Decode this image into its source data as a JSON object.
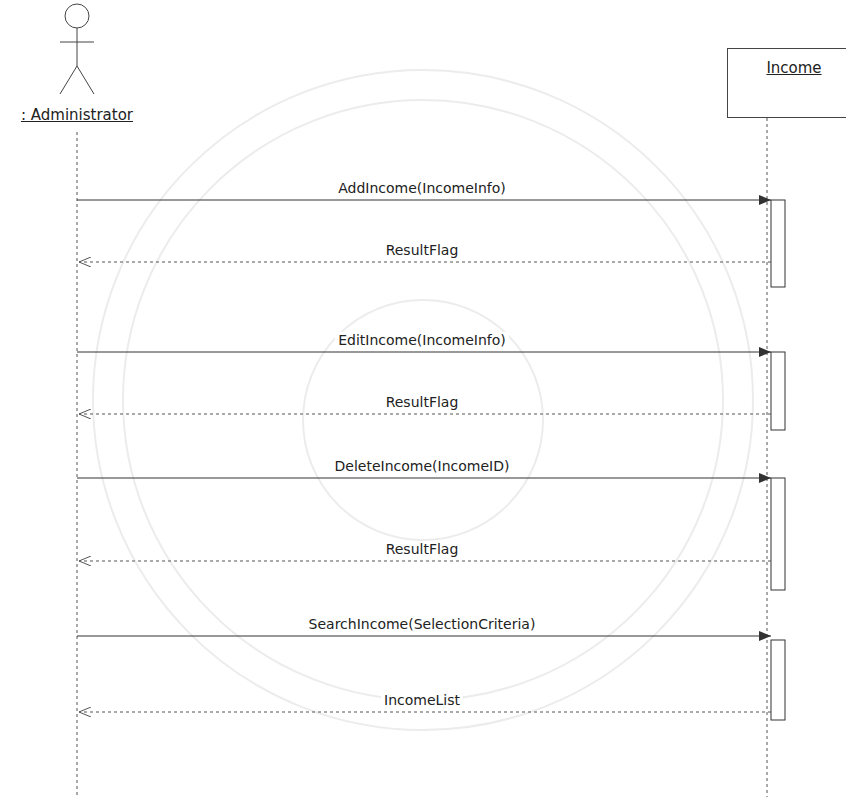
{
  "diagram": {
    "nodes": [
      {
        "text": [
          ": Administrator"
        ]
      },
      {
        "text": [
          "Income"
        ]
      }
    ],
    "edges": [
      {
        "from": 0,
        "to": 1,
        "label": "AddIncome(IncomeInfo)",
        "arrow": "to"
      },
      {
        "from": 1,
        "to": 0,
        "label": "ResultFlag",
        "arrow": "to"
      },
      {
        "from": 0,
        "to": 1,
        "label": "EditIncome(IncomeInfo)",
        "arrow": "to"
      },
      {
        "from": 1,
        "to": 0,
        "label": "ResultFlag",
        "arrow": "to"
      },
      {
        "from": 0,
        "to": 1,
        "label": "DeleteIncome(IncomeID)",
        "arrow": "to"
      },
      {
        "from": 1,
        "to": 0,
        "label": "ResultFlag",
        "arrow": "to"
      },
      {
        "from": 0,
        "to": 1,
        "label": "SearchIncome(SelectionCriteria)",
        "arrow": "to"
      },
      {
        "from": 1,
        "to": 0,
        "label": "IncomeList",
        "arrow": "to"
      }
    ]
  }
}
